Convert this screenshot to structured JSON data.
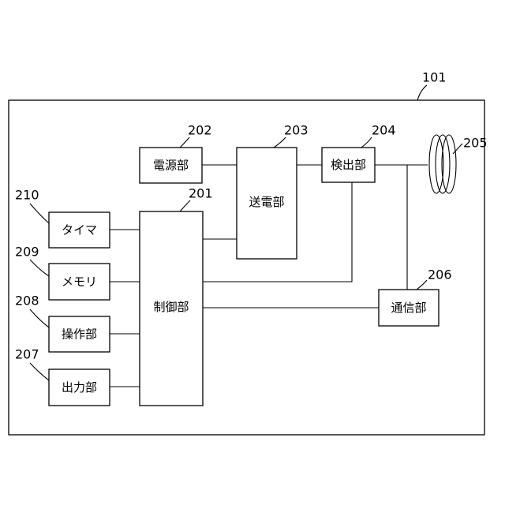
{
  "refs": {
    "device": "101",
    "control": "201",
    "power_supply": "202",
    "power_transmitter": "203",
    "detector": "204",
    "coil": "205",
    "communication": "206",
    "output": "207",
    "operation": "208",
    "memory": "209",
    "timer": "210"
  },
  "labels": {
    "power_supply": "電源部",
    "power_transmitter": "送電部",
    "detector": "検出部",
    "control": "制御部",
    "communication": "通信部",
    "timer": "タイマ",
    "memory": "メモリ",
    "operation": "操作部",
    "output": "出力部"
  }
}
